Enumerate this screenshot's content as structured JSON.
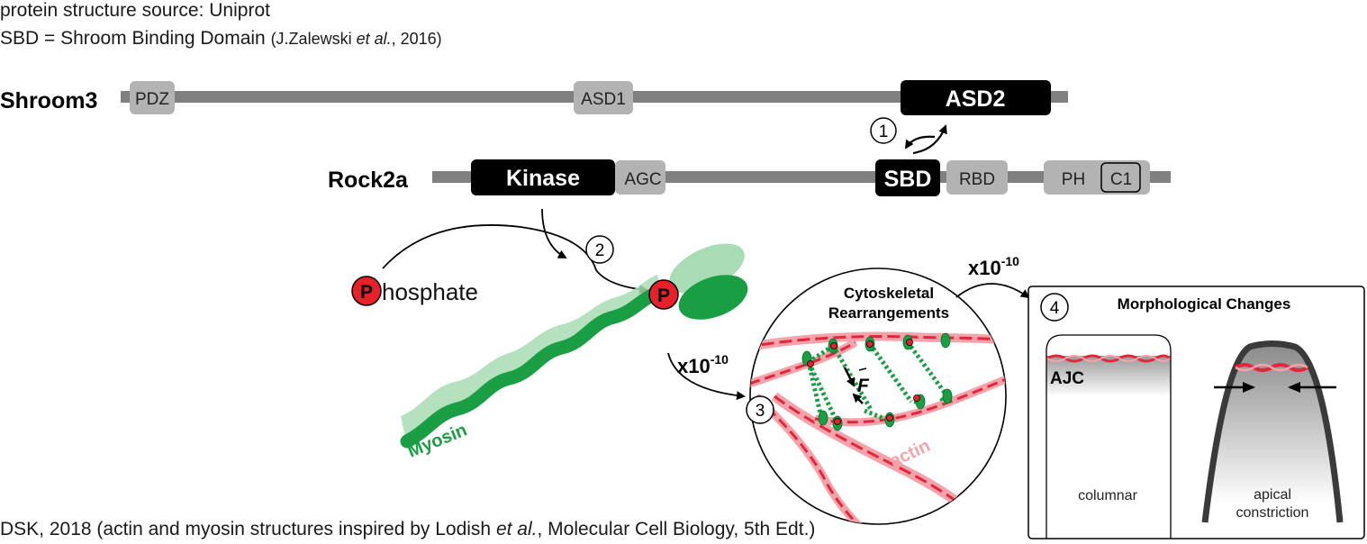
{
  "header": {
    "source_line": "protein structure source: Uniprot",
    "sbd_prefix": "SBD = Shroom Binding Domain ",
    "ref_pre": "(J.Zalewski ",
    "ref_etal": "et al.",
    "ref_post": ", 2016)"
  },
  "shroom3": {
    "name": "Shroom3",
    "domains": {
      "pdz": "PDZ",
      "asd1": "ASD1",
      "asd2": "ASD2"
    }
  },
  "rock2a": {
    "name": "Rock2a",
    "domains": {
      "kinase": "Kinase",
      "agc": "AGC",
      "sbd": "SBD",
      "rbd": "RBD",
      "ph": "PH",
      "c1": "C1"
    }
  },
  "steps": {
    "s1": "1",
    "s2": "2",
    "s3": "3",
    "s4": "4"
  },
  "phosphate": {
    "badge": "P",
    "rest": "hosphate"
  },
  "myosin": {
    "label": "Myosin",
    "p_badge": "P"
  },
  "actin": {
    "label": "actin"
  },
  "cytoskeletal": {
    "line1": "Cytoskeletal",
    "line2": "Rearrangements",
    "force": "F"
  },
  "multiplier": {
    "base": "x10",
    "exp": "-10"
  },
  "morph": {
    "title": "Morphological Changes",
    "ajc": "AJC",
    "columnar": "columnar",
    "apical_line1": "apical",
    "apical_line2": "constriction"
  },
  "footer": {
    "pre": "DSK, 2018 (actin and myosin structures inspired by Lodish ",
    "etal": "et al.",
    "post": ", Molecular Cell Biology, 5th Edt.)"
  },
  "colors": {
    "domain_black": "#000000",
    "domain_gray": "#b3b3b3",
    "bar_gray": "#808080",
    "myosin_green": "#1a9e44",
    "myosin_light": "#a8dcb4",
    "actin_red": "#e3263a",
    "actin_pink": "#f4a3ab",
    "phospho_red": "#e8202a"
  }
}
